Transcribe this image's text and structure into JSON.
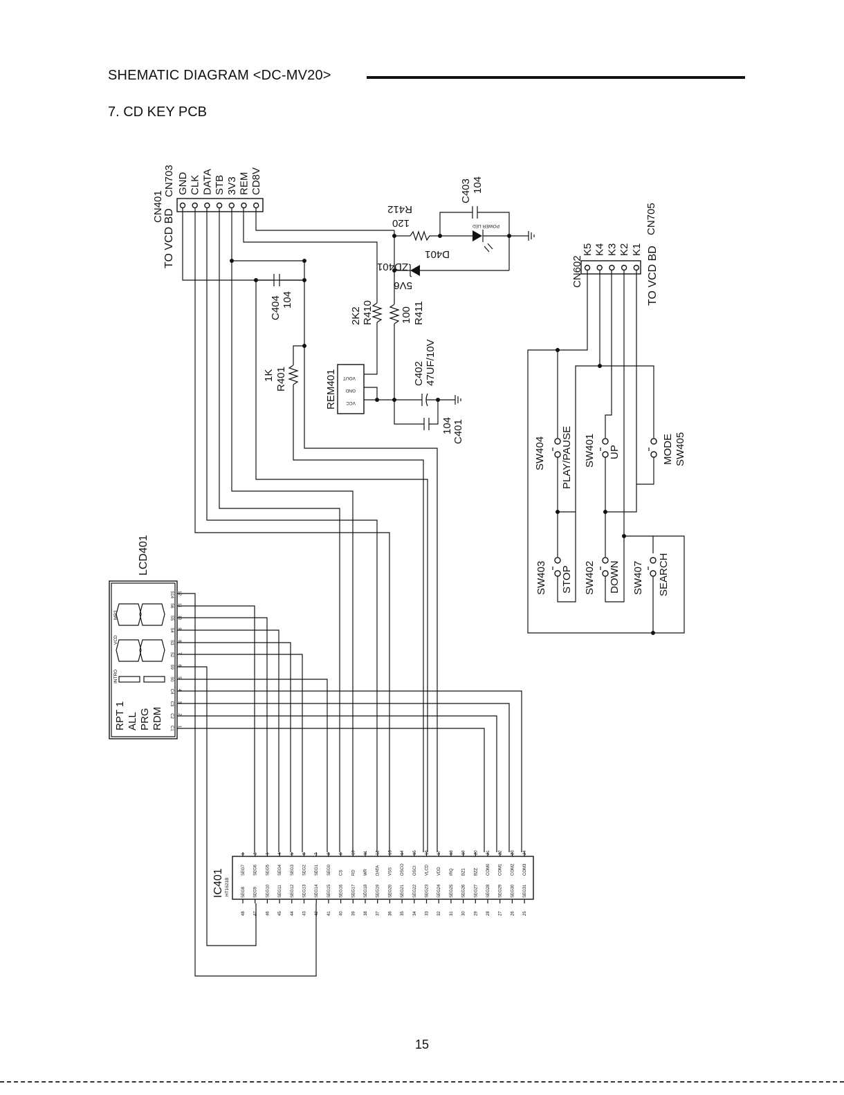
{
  "header": {
    "title": "SHEMATIC DIAGRAM <DC-MV20>",
    "section": "7. CD KEY PCB"
  },
  "page_number": "15",
  "cn401": {
    "ref": "CN401",
    "dest": "TO VCD BD",
    "mate": "CN703",
    "pins": [
      "GND",
      "CLK",
      "DATA",
      "STB",
      "3V3",
      "REM",
      "CD8V"
    ]
  },
  "cn602": {
    "ref": "CN602",
    "dest": "TO VCD BD",
    "mate": "CN705",
    "pins": [
      "K5",
      "K4",
      "K3",
      "K2",
      "K1"
    ]
  },
  "components": {
    "c403": {
      "ref": "C403",
      "value": "104"
    },
    "r412": {
      "ref": "R412",
      "value": "120"
    },
    "power_led": {
      "label": "POWER LED",
      "ref": "D401"
    },
    "zd401": {
      "ref": "ZD401",
      "value": "5V6"
    },
    "c404": {
      "ref": "C404",
      "value": "104"
    },
    "r410": {
      "ref": "R410",
      "value": "2K2"
    },
    "r411": {
      "ref": "R411",
      "value": "100"
    },
    "r401": {
      "ref": "R401",
      "value": "1K"
    },
    "c402": {
      "ref": "C402",
      "value": "47UF/10V"
    },
    "c401": {
      "ref": "C401",
      "value": "104"
    },
    "rem401": {
      "ref": "REM401",
      "pins": [
        "VOUT",
        "GND",
        "VCC"
      ]
    }
  },
  "switches": [
    {
      "ref": "SW404",
      "label": "PLAY/PAUSE"
    },
    {
      "ref": "SW401",
      "label": "UP"
    },
    {
      "ref": "SW405",
      "label": "MODE"
    },
    {
      "ref": "SW403",
      "label": "STOP"
    },
    {
      "ref": "SW402",
      "label": "DOWN"
    },
    {
      "ref": "SW407",
      "label": "SEARCH"
    }
  ],
  "lcd": {
    "ref": "LCD401",
    "indicators": [
      "RPT 1",
      "ALL",
      "PRG",
      "RDM"
    ],
    "icons": [
      "INTRO",
      "VCD",
      "MP3"
    ],
    "pins": [
      {
        "num": "1",
        "name": "C1"
      },
      {
        "num": "2",
        "name": "C2"
      },
      {
        "num": "3",
        "name": "C3"
      },
      {
        "num": "4",
        "name": "C4"
      },
      {
        "num": "5",
        "name": "S0"
      },
      {
        "num": "6",
        "name": "S9"
      },
      {
        "num": "7",
        "name": "S2"
      },
      {
        "num": "8",
        "name": "S3"
      },
      {
        "num": "9",
        "name": "S4"
      },
      {
        "num": "10",
        "name": "S5"
      },
      {
        "num": "11",
        "name": "S6"
      },
      {
        "num": "12",
        "name": "S14"
      }
    ]
  },
  "ic": {
    "ref": "IC401",
    "part": "HT1621B",
    "top_row": [
      {
        "num": "1",
        "name": "SEG7"
      },
      {
        "num": "2",
        "name": "SEG6"
      },
      {
        "num": "3",
        "name": "SEG5"
      },
      {
        "num": "4",
        "name": "SEG4"
      },
      {
        "num": "5",
        "name": "SEG3"
      },
      {
        "num": "6",
        "name": "SEG2"
      },
      {
        "num": "7",
        "name": "SEG1"
      },
      {
        "num": "8",
        "name": "SEG0"
      },
      {
        "num": "9",
        "name": "CS"
      },
      {
        "num": "10",
        "name": "RD"
      },
      {
        "num": "11",
        "name": "WR"
      },
      {
        "num": "12",
        "name": "DATA"
      },
      {
        "num": "13",
        "name": "VSS"
      },
      {
        "num": "14",
        "name": "OSCO"
      },
      {
        "num": "15",
        "name": "OSCI"
      },
      {
        "num": "16",
        "name": "VLCD"
      },
      {
        "num": "17",
        "name": "VDD"
      },
      {
        "num": "18",
        "name": "IRQ"
      },
      {
        "num": "19",
        "name": "BZ1"
      },
      {
        "num": "20",
        "name": "BZZ"
      },
      {
        "num": "21",
        "name": "COM0"
      },
      {
        "num": "22",
        "name": "COM1"
      },
      {
        "num": "23",
        "name": "COM2"
      },
      {
        "num": "24",
        "name": "COM3"
      }
    ],
    "bottom_row": [
      {
        "num": "48",
        "name": "SEG8"
      },
      {
        "num": "47",
        "name": "SEG9"
      },
      {
        "num": "46",
        "name": "SEG10"
      },
      {
        "num": "45",
        "name": "SEG11"
      },
      {
        "num": "44",
        "name": "SEG12"
      },
      {
        "num": "43",
        "name": "SEG13"
      },
      {
        "num": "42",
        "name": "SEG14"
      },
      {
        "num": "41",
        "name": "SEG15"
      },
      {
        "num": "40",
        "name": "SEG16"
      },
      {
        "num": "39",
        "name": "SEG17"
      },
      {
        "num": "38",
        "name": "SEG18"
      },
      {
        "num": "37",
        "name": "SEG19"
      },
      {
        "num": "36",
        "name": "SEG20"
      },
      {
        "num": "35",
        "name": "SEG21"
      },
      {
        "num": "34",
        "name": "SEG22"
      },
      {
        "num": "33",
        "name": "SEG23"
      },
      {
        "num": "32",
        "name": "SEG24"
      },
      {
        "num": "31",
        "name": "SEG25"
      },
      {
        "num": "30",
        "name": "SEG26"
      },
      {
        "num": "29",
        "name": "SEG27"
      },
      {
        "num": "28",
        "name": "SEG28"
      },
      {
        "num": "27",
        "name": "SEG29"
      },
      {
        "num": "26",
        "name": "SEG30"
      },
      {
        "num": "25",
        "name": "SEG31"
      }
    ]
  }
}
